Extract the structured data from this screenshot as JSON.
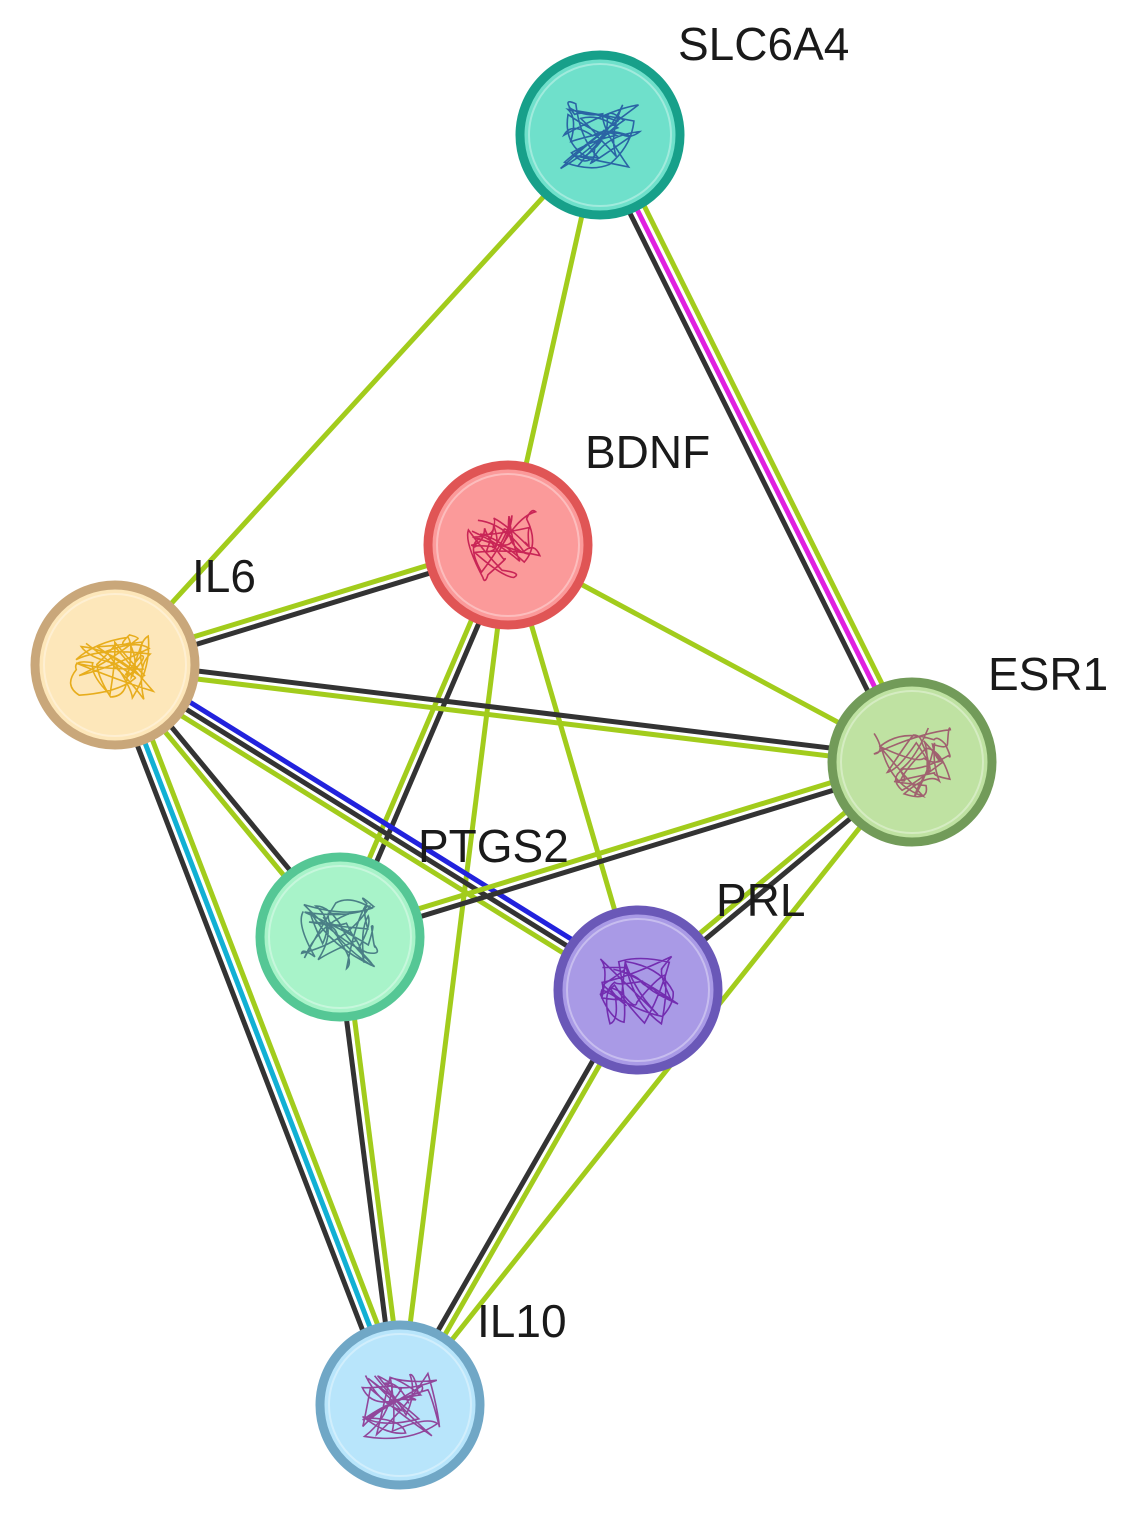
{
  "colors": {
    "textmining": "#a2cc1c",
    "coexpression": "#333333",
    "experimental": "#e020e0",
    "database": "#11b0d4",
    "homology": "#2222dd"
  },
  "nodes": [
    {
      "id": "SLC6A4",
      "label": "SLC6A4",
      "fill": "#6fe0cb",
      "stroke": "#17a08a",
      "structure": "#1f4e9e",
      "icon": "protein-structure-icon"
    },
    {
      "id": "BDNF",
      "label": "BDNF",
      "fill": "#fb9a9a",
      "stroke": "#e05555",
      "structure": "#c0104a",
      "icon": "protein-structure-icon"
    },
    {
      "id": "IL6",
      "label": "IL6",
      "fill": "#fde7ba",
      "stroke": "#c9a77a",
      "structure": "#e3a200",
      "icon": "protein-structure-icon"
    },
    {
      "id": "ESR1",
      "label": "ESR1",
      "fill": "#bfe2a2",
      "stroke": "#729b59",
      "structure": "#9a4a66",
      "icon": "protein-structure-icon"
    },
    {
      "id": "PTGS2",
      "label": "PTGS2",
      "fill": "#a8f3c9",
      "stroke": "#55c795",
      "structure": "#3a6a7a",
      "icon": "protein-structure-icon"
    },
    {
      "id": "PRL",
      "label": "PRL",
      "fill": "#a99ae6",
      "stroke": "#6a58b8",
      "structure": "#6a1aa6",
      "icon": "protein-structure-icon"
    },
    {
      "id": "IL10",
      "label": "IL10",
      "fill": "#b8e5fb",
      "stroke": "#70a7c6",
      "structure": "#8a2a8a",
      "icon": "protein-structure-icon"
    }
  ],
  "edges": [
    {
      "source": "SLC6A4",
      "target": "IL6",
      "evidence": [
        "textmining"
      ]
    },
    {
      "source": "SLC6A4",
      "target": "BDNF",
      "evidence": [
        "textmining"
      ]
    },
    {
      "source": "SLC6A4",
      "target": "ESR1",
      "evidence": [
        "textmining",
        "experimental",
        "coexpression"
      ]
    },
    {
      "source": "BDNF",
      "target": "IL6",
      "evidence": [
        "coexpression",
        "textmining"
      ]
    },
    {
      "source": "BDNF",
      "target": "ESR1",
      "evidence": [
        "textmining"
      ]
    },
    {
      "source": "BDNF",
      "target": "PTGS2",
      "evidence": [
        "coexpression",
        "textmining"
      ]
    },
    {
      "source": "BDNF",
      "target": "PRL",
      "evidence": [
        "textmining"
      ]
    },
    {
      "source": "BDNF",
      "target": "IL10",
      "evidence": [
        "textmining"
      ]
    },
    {
      "source": "IL6",
      "target": "ESR1",
      "evidence": [
        "coexpression",
        "textmining"
      ]
    },
    {
      "source": "IL6",
      "target": "PTGS2",
      "evidence": [
        "coexpression",
        "textmining"
      ]
    },
    {
      "source": "IL6",
      "target": "PRL",
      "evidence": [
        "homology",
        "coexpression",
        "textmining"
      ]
    },
    {
      "source": "IL6",
      "target": "IL10",
      "evidence": [
        "textmining",
        "database",
        "coexpression"
      ]
    },
    {
      "source": "ESR1",
      "target": "PTGS2",
      "evidence": [
        "coexpression",
        "textmining"
      ]
    },
    {
      "source": "ESR1",
      "target": "PRL",
      "evidence": [
        "coexpression",
        "textmining"
      ]
    },
    {
      "source": "ESR1",
      "target": "IL10",
      "evidence": [
        "textmining"
      ]
    },
    {
      "source": "PTGS2",
      "target": "IL10",
      "evidence": [
        "textmining",
        "coexpression"
      ]
    },
    {
      "source": "PRL",
      "target": "IL10",
      "evidence": [
        "textmining",
        "coexpression"
      ]
    }
  ]
}
